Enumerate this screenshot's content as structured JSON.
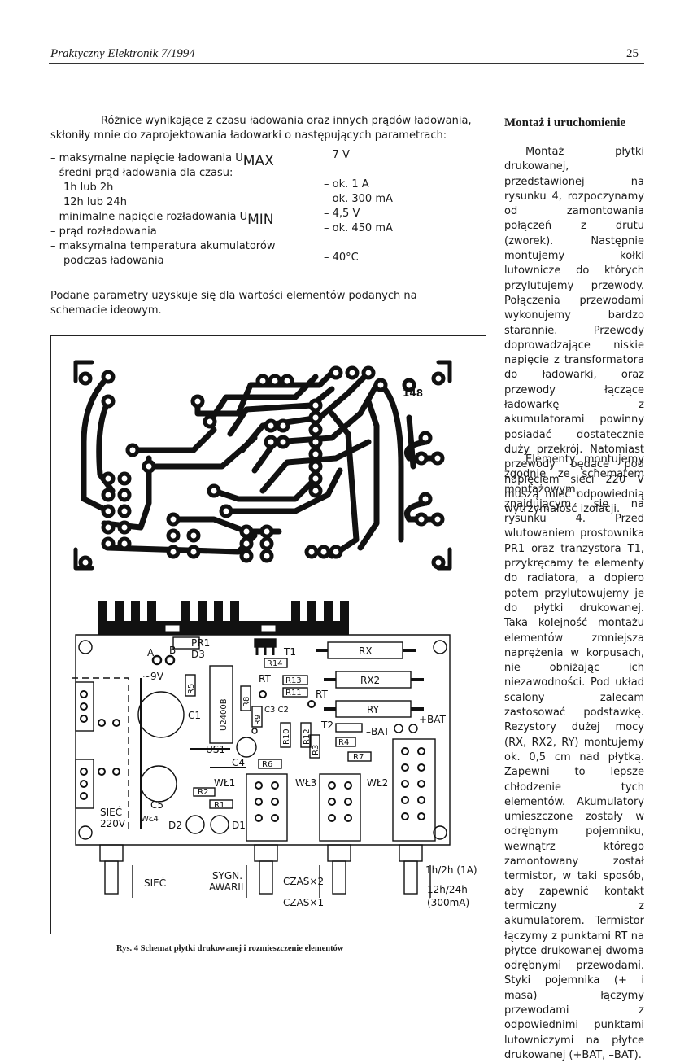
{
  "header": {
    "running_title": "Praktyczny Elektronik 7/1994",
    "page_number": "25"
  },
  "intro": "Różnice wynikające z czasu ładowania oraz innych prądów ładowania, skłoniły mnie do zaprojektowania ładowarki o następujących parametrach:",
  "params": [
    {
      "label": "– maksymalne napięcie ładowania U",
      "sub": "MAX",
      "value": "– 7 V"
    },
    {
      "label": "– średni prąd ładowania dla czasu:",
      "sub": "",
      "value": ""
    },
    {
      "label": "   1h lub 2h",
      "sub": "",
      "value": "– ok. 1 A"
    },
    {
      "label": "   12h lub 24h",
      "sub": "",
      "value": "– ok. 300 mA"
    },
    {
      "label": "– minimalne napięcie rozładowania U",
      "sub": "MIN",
      "value": "– 4,5 V"
    },
    {
      "label": "– prąd rozładowania",
      "sub": "",
      "value": "– ok. 450 mA"
    },
    {
      "label": "– maksymalna temperatura akumulatorów",
      "sub": "",
      "value": ""
    },
    {
      "label": "   podczas ładowania",
      "sub": "",
      "value": "– 40°C"
    }
  ],
  "params_note": "Podane parametry uzyskuje się dla wartości elementów podanych na schemacie ideowym.",
  "figure": {
    "board_number": "148",
    "labels": {
      "pr1": "PR1",
      "d3": "D3",
      "t1": "T1",
      "a": "A",
      "b": "B",
      "ac9v": "~9V",
      "r5": "R5",
      "u2400b": "U2400B",
      "r8": "R8",
      "rt1": "RT",
      "r14": "R14",
      "r13": "R13",
      "r11": "R11",
      "rt2": "RT",
      "c3c2": "C3 C2",
      "r9": "R9",
      "c1": "C1",
      "us1": "US1",
      "r10": "R10",
      "r12": "R12",
      "r3": "R3",
      "rx": "RX",
      "rx2": "RX2",
      "ry": "RY",
      "t2": "T2",
      "minusbat": "–BAT",
      "plusbat": "+BAT",
      "r4": "R4",
      "r7": "R7",
      "c4": "C4",
      "r6": "R6",
      "c5": "C5",
      "r2": "R2",
      "r1": "R1",
      "wl1": "WŁ1",
      "wl3": "WŁ3",
      "wl2": "WŁ2",
      "wl4": "WŁ4",
      "d2": "D2",
      "d1": "D1",
      "siec220": "SIEĆ",
      "v220": "220V",
      "siec": "SIEĆ",
      "sygn": "SYGN.",
      "awarii": "AWARII",
      "czas2": "CZAS×2",
      "czas1": "CZAS×1",
      "t12h": "1h/2h (1A)",
      "t1224": "12h/24h",
      "t300": "(300mA)"
    }
  },
  "caption": "Rys. 4 Schemat płytki drukowanej i rozmieszczenie elementów",
  "sidebar": {
    "heading": "Montaż i uruchomienie",
    "p1": "Montaż płytki drukowanej, przedstawionej na rysunku 4, rozpoczynamy od zamontowania połączeń z drutu (zworek). Następnie montujemy kołki lutownicze do których przylutujemy przewody. Połączenia przewodami wykonujemy bardzo starannie. Przewody doprowadzające niskie napięcie z transformatora do ładowarki, oraz przewody łączące ładowarkę z akumulatorami powinny posiadać dostatecznie duży przekrój. Natomiast przewody będące pod napięciem sieci 220 V muszą mieć odpowiednią wytrzymałość izolacji.",
    "p2": "Elementy montujemy zgodnie ze schematem montażowym, znajdującym się na rysunku 4. Przed wlutowaniem prostownika PR1 oraz tranzystora T1, przykręcamy te elementy do radiatora, a dopiero potem przylutowujemy je do płytki drukowanej. Taka kolejność montażu elementów zmniejsza naprężenia w korpusach, nie obniżając ich niezawodności. Pod układ scalony zalecam zastosować podstawkę. Rezystory dużej mocy (RX, RX2, RY) montujemy ok. 0,5 cm nad płytką. Zapewni to lepsze chłodzenie tych elementów. Akumulatory umieszczone zostały w odrębnym pojemniku, wewnątrz którego zamontowany został termistor, w taki sposób, aby zapewnić kontakt termiczny z akumulatorem. Termistor łączymy z punktami RT na płytce drukowanej dwoma odrębnymi przewodami. Styki pojemnika (+ i masa) łączymy przewodami z odpowiednimi punktami lutowniczymi na płytce drukowanej (+BAT, –BAT)."
  }
}
